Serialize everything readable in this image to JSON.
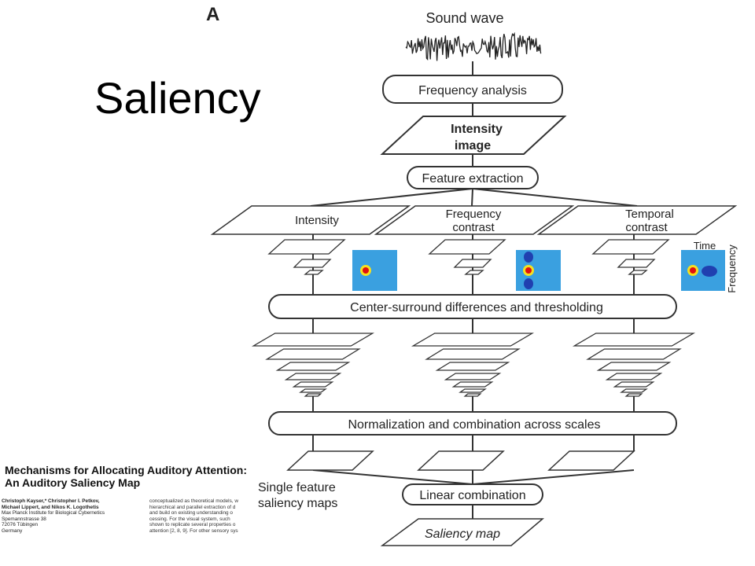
{
  "slide": {
    "title": "Saliency"
  },
  "diagram": {
    "panel_letter": "A",
    "sound_wave_label": "Sound wave",
    "frequency_analysis": "Frequency analysis",
    "intensity_image": [
      "Intensity",
      "image"
    ],
    "feature_extraction": "Feature extraction",
    "features": [
      {
        "label": [
          "Intensity"
        ]
      },
      {
        "label": [
          "Frequency",
          "contrast"
        ]
      },
      {
        "label": [
          "Temporal",
          "contrast"
        ]
      }
    ],
    "kernel_axes": {
      "time": "Time",
      "frequency": "Frequency"
    },
    "center_surround": "Center-surround differences and thresholding",
    "normalization": "Normalization and combination across scales",
    "single_feature": [
      "Single feature",
      "saliency maps"
    ],
    "linear_combination": "Linear combination",
    "saliency_map": "Saliency map",
    "colors": {
      "line": "#333333",
      "kernel_bg": "#3aa0e0",
      "kernel_center": "#e01010",
      "kernel_ring": "#f5e020",
      "kernel_dark": "#2040b0"
    }
  },
  "paper": {
    "title_lines": [
      "Mechanisms for Allocating Auditory Attention:",
      "An Auditory Saliency Map"
    ],
    "authors_lines": [
      "Christoph Kayser,* Christopher I. Petkov,",
      "Michael Lippert, and Nikos K. Logothetis"
    ],
    "affiliation_lines": [
      "Max Planck Institute for Biological Cybernetics",
      "Spemannstrasse 38",
      "72076 Tübingen",
      "Germany"
    ],
    "body_lines": [
      "conceptualized as theoretical models, w",
      "hierarchical and parallel extraction of d",
      "and build on existing understanding o",
      "cessing. For the visual system, such",
      "shown to replicate several properties o",
      "attention [2, 8, 9]. For other sensory sys"
    ]
  }
}
